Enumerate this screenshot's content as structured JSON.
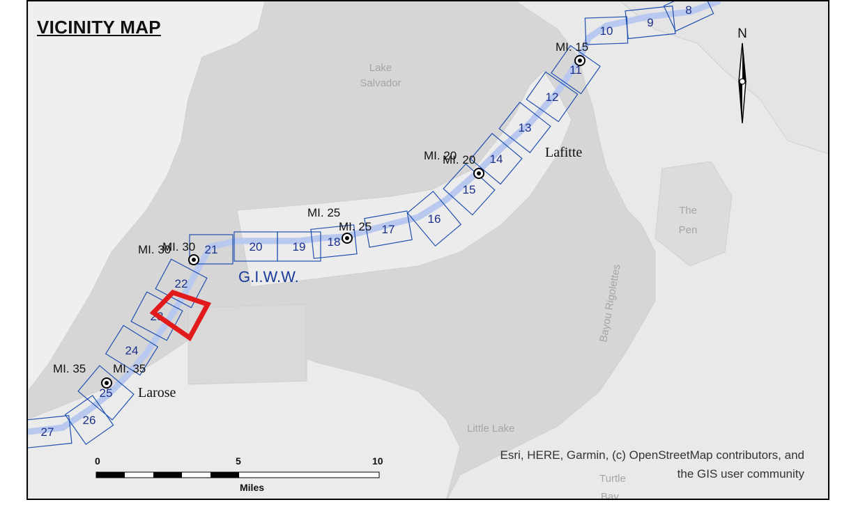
{
  "title": "VICINITY MAP",
  "north_label": "N",
  "attribution": {
    "line1": "Esri, HERE, Garmin, (c) OpenStreetMap contributors, and",
    "line2": "the GIS user community"
  },
  "scale_bar": {
    "ticks": [
      "0",
      "5",
      "10"
    ],
    "unit": "Miles"
  },
  "place_labels": {
    "lafitte": "Lafitte",
    "larose": "Larose",
    "giww": "G.I.W.W.",
    "lake_salvador_1": "Lake",
    "lake_salvador_2": "Salvador",
    "the_pen_1": "The",
    "the_pen_2": "Pen",
    "bayou_rigolettes": "Bayou Rigolettes",
    "little_lake": "Little Lake",
    "turtle": "Turtle",
    "bay": "Bay"
  },
  "mile_markers": [
    {
      "label": "MI. 15"
    },
    {
      "label": "MI. 20",
      "label2": "MI. 20"
    },
    {
      "label": "MI. 25",
      "label2": "MI. 25"
    },
    {
      "label": "MI. 30",
      "label2": "MI. 30"
    },
    {
      "label": "MI. 35",
      "label2": "MI. 35"
    }
  ],
  "sheets": [
    "8",
    "9",
    "10",
    "11",
    "12",
    "13",
    "14",
    "15",
    "16",
    "17",
    "18",
    "19",
    "20",
    "21",
    "22",
    "23",
    "24",
    "25",
    "26",
    "27"
  ],
  "highlighted_sheet": "23",
  "colors": {
    "water": "#d6d6d6",
    "land": "#efefef",
    "sheet_outline": "#1f4fb0",
    "sheet_label": "#1a2f8a",
    "highlight": "#e31a1c",
    "channel": "#b8c8ee"
  }
}
